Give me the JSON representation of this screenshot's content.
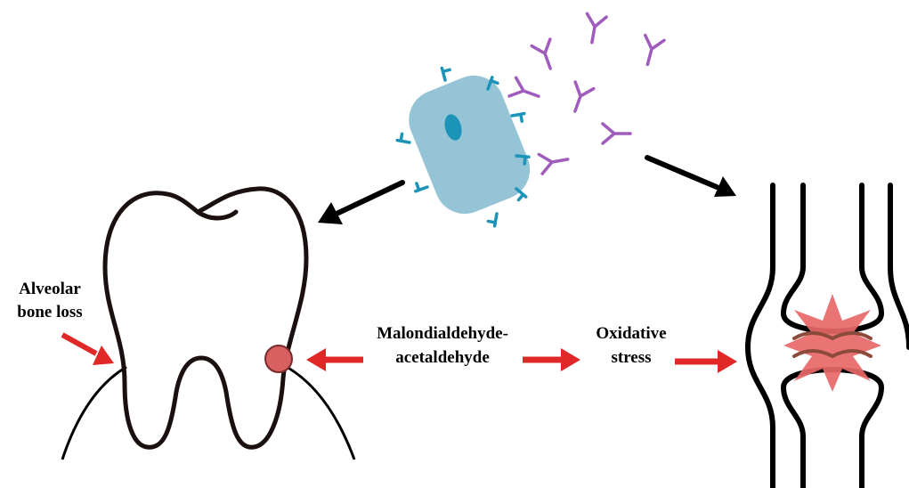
{
  "labels": {
    "alveolar_line1": "Alveolar",
    "alveolar_line2": "bone loss",
    "mda_line1": "Malondialdehyde-",
    "mda_line2": "acetaldehyde",
    "oxidative_line1": "Oxidative",
    "oxidative_line2": "stress"
  },
  "colors": {
    "bacterium_body": "#94c4d6",
    "bacterium_nucleus": "#1c94b8",
    "bacterium_receptor": "#1c94b8",
    "antibody": "#a05cbc",
    "arrow_black": "#000000",
    "arrow_red": "#e02828",
    "tooth_outline": "#1a1010",
    "inflammation_dot": "#d86060",
    "inflammation_burst": "#e86868",
    "inflammation_inner": "#8c4a3a"
  },
  "icons": {
    "bacterium": "bacterium-icon",
    "antibody": "antibody-icon",
    "tooth": "tooth-icon",
    "joint": "knee-joint-icon"
  }
}
